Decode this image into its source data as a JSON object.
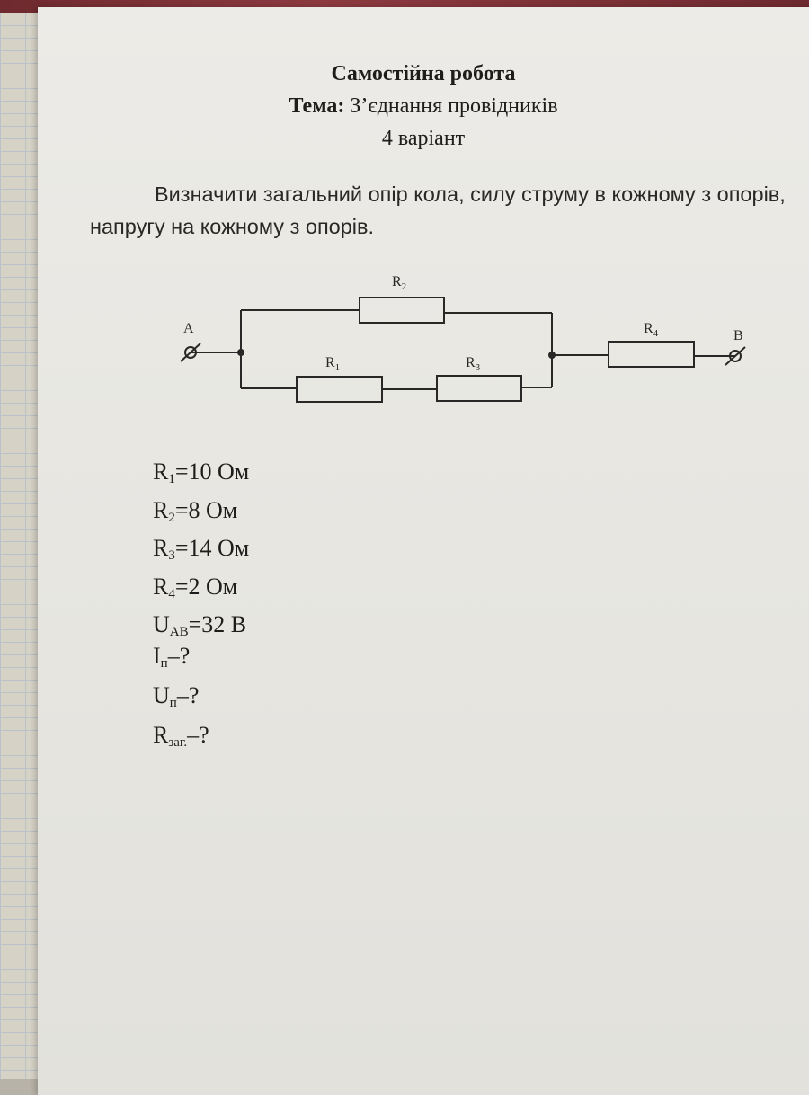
{
  "header": {
    "title": "Самостійна робота",
    "topic_label": "Тема:",
    "topic": "З’єднання провідників",
    "variant": "4 варіант"
  },
  "task": {
    "text": "Визначити загальний опір кола, силу струму в кожному з опорів, напругу на кожному з опорів."
  },
  "circuit": {
    "terminal_a": "A",
    "terminal_b": "B",
    "r1": {
      "base": "R",
      "sub": "1"
    },
    "r2": {
      "base": "R",
      "sub": "2"
    },
    "r3": {
      "base": "R",
      "sub": "3"
    },
    "r4": {
      "base": "R",
      "sub": "4"
    }
  },
  "given": [
    {
      "base": "R",
      "sub": "1",
      "rest": "=10 Ом"
    },
    {
      "base": "R",
      "sub": "2",
      "rest": "=8 Ом"
    },
    {
      "base": "R",
      "sub": "3",
      "rest": "=14 Ом"
    },
    {
      "base": "R",
      "sub": "4",
      "rest": "=2 Ом"
    },
    {
      "base": "U",
      "sub": "AB",
      "rest": "=32 В"
    }
  ],
  "find": [
    {
      "base": "I",
      "sub": "п",
      "rest": "–?"
    },
    {
      "base": "U",
      "sub": "п",
      "rest": "–?"
    },
    {
      "base": "R",
      "sub": "заг.",
      "rest": "–?"
    }
  ]
}
